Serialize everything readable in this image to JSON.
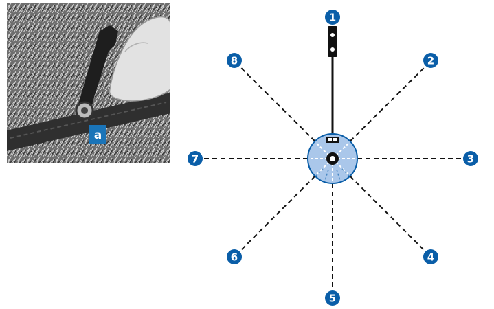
{
  "photo": {
    "badge_label": "a",
    "badge_color": "#1a74b8",
    "description_icon": "hand-pressing-anchor-photo-icon"
  },
  "diagram": {
    "accent_color": "#0a5ea8",
    "hub_fill": "#aac7ea",
    "markers": [
      {
        "id": 1,
        "label": "1"
      },
      {
        "id": 2,
        "label": "2"
      },
      {
        "id": 3,
        "label": "3"
      },
      {
        "id": 4,
        "label": "4"
      },
      {
        "id": 5,
        "label": "5"
      },
      {
        "id": 6,
        "label": "6"
      },
      {
        "id": 7,
        "label": "7"
      },
      {
        "id": 8,
        "label": "8"
      }
    ]
  }
}
